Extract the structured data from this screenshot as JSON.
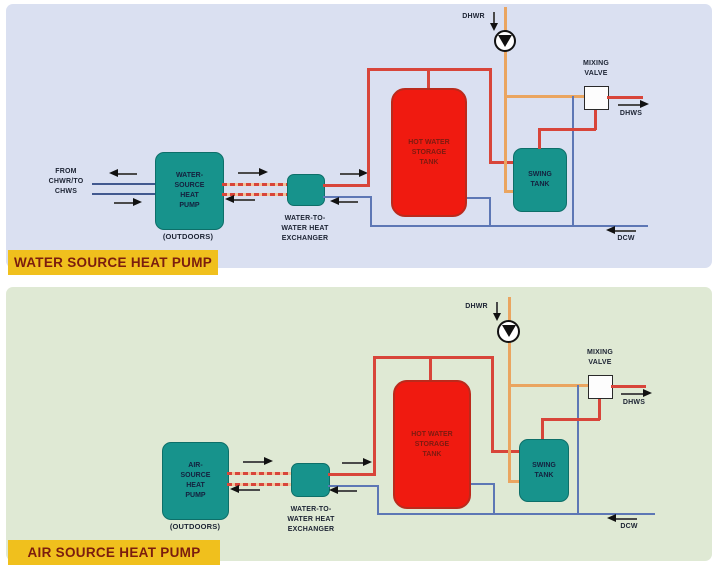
{
  "colors": {
    "water_panel_bg": "#dae0f1",
    "air_panel_bg": "#dfe9d4",
    "pipe_red": "#d8453a",
    "pipe_blue": "#5d77b5",
    "pipe_navy": "#42598f",
    "pipe_orange": "#eaa560",
    "tank_red": "#f01a10",
    "equipment_teal": "#17938c",
    "banner_yellow": "#f0c01d",
    "banner_text": "#7b1d0e"
  },
  "water_panel": {
    "banner": "WATER SOURCE HEAT PUMP",
    "source_label": "FROM\nCHWR/TO\nCHWS",
    "heat_pump": "WATER-\nSOURCE\nHEAT\nPUMP",
    "outdoors": "(OUTDOORS)",
    "heat_exchanger": "WATER-TO-\nWATER HEAT\nEXCHANGER",
    "storage_tank": "HOT WATER\nSTORAGE\nTANK",
    "swing_tank": "SWING\nTANK",
    "dhwr": "DHWR",
    "mixing_valve": "MIXING\nVALVE",
    "dhws": "DHWS",
    "dcw": "DCW"
  },
  "air_panel": {
    "banner": "AIR SOURCE HEAT PUMP",
    "heat_pump": "AIR-\nSOURCE\nHEAT\nPUMP",
    "outdoors": "(OUTDOORS)",
    "heat_exchanger": "WATER-TO-\nWATER HEAT\nEXCHANGER",
    "storage_tank": "HOT WATER\nSTORAGE\nTANK",
    "swing_tank": "SWING\nTANK",
    "dhwr": "DHWR",
    "mixing_valve": "MIXING\nVALVE",
    "dhws": "DHWS",
    "dcw": "DCW"
  }
}
